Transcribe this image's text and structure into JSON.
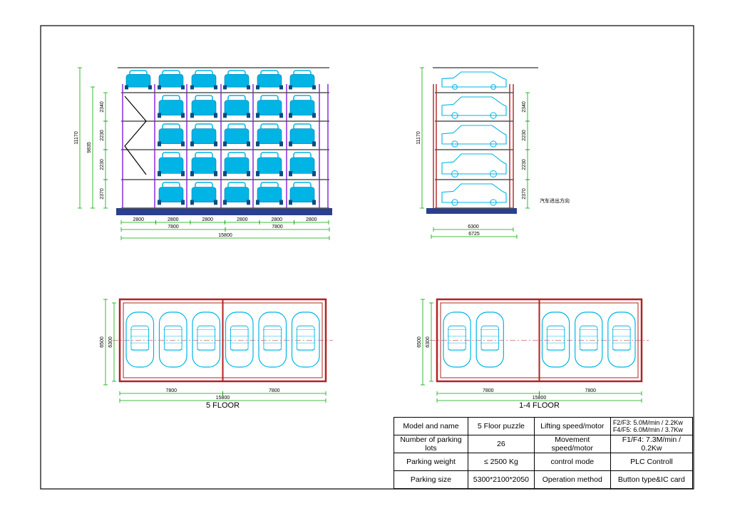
{
  "colors": {
    "frame": "#000000",
    "car": "#00b4e6",
    "column": "#8a2be2",
    "beam": "#b22222",
    "dimension": "#00aa00",
    "pallet": "#2a3f8f"
  },
  "front_view": {
    "heights": {
      "total": "11170",
      "upper": "9835",
      "f5": "2340",
      "f4": "2230",
      "f3": "2230",
      "f1": "2370"
    },
    "widths": [
      "2800",
      "2800",
      "2800",
      "2800",
      "2800",
      "2800"
    ],
    "halves": [
      "7800",
      "7800"
    ],
    "total_width": "15800"
  },
  "side_view": {
    "heights": {
      "total": "11170",
      "f5": "2340",
      "f4": "2230",
      "f3": "2230",
      "f1": "2370"
    },
    "depth_inner": "6300",
    "depth_total": "6725",
    "note": "汽车进出方向"
  },
  "plan_5": {
    "title": "5 FLOOR",
    "outer": "6500",
    "inner": "6300",
    "halves": [
      "7800",
      "7800"
    ],
    "total": "15800"
  },
  "plan_14": {
    "title": "1-4 FLOOR",
    "outer": "6500",
    "inner": "6300",
    "halves": [
      "7800",
      "7800"
    ],
    "total": "15800"
  },
  "spec_table": {
    "rows": [
      [
        "Model and name",
        "5 Floor puzzle",
        "Lifting speed/motor",
        "F2/F3: 5.0M/min / 2.2Kw\nF4/F5: 6.0M/min / 3.7Kw"
      ],
      [
        "Number of parking lots",
        "26",
        "Movement speed/motor",
        "F1/F4: 7.3M/min / 0.2Kw"
      ],
      [
        "Parking weight",
        "≤ 2500 Kg",
        "control mode",
        "PLC Controll"
      ],
      [
        "Parking size",
        "5300*2100*2050",
        "Operation method",
        "Button type&IC card"
      ]
    ]
  }
}
